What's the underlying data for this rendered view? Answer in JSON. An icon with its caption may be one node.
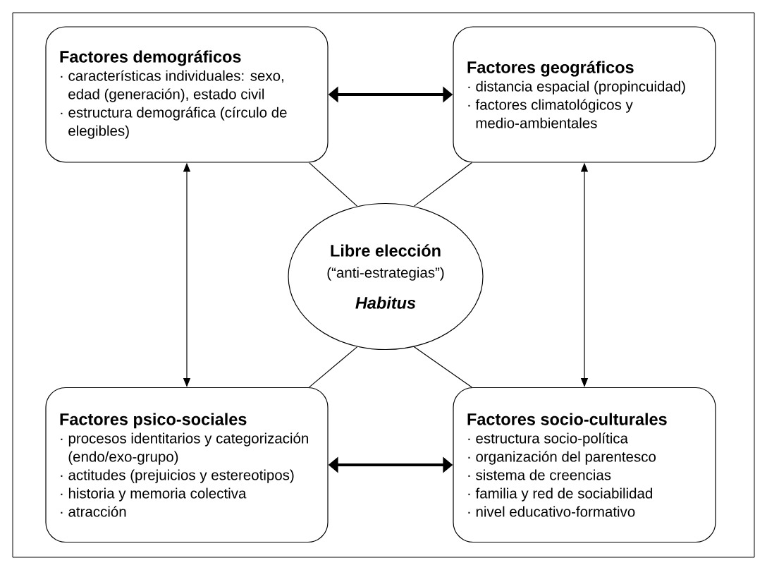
{
  "diagram": {
    "nodes": [
      {
        "text": [
          "Factores demográficos",
          "· características individuales: sexo, edad (generación), estado civil",
          "· estructura demográfica (círculo de elegibles)"
        ]
      },
      {
        "text": [
          "Factores geográficos",
          "· distancia espacial (propincuidad)",
          "· factores climatológicos y medio-ambientales"
        ]
      },
      {
        "text": [
          "Libre elección",
          "(“anti-estrategias”)",
          "Habitus"
        ]
      },
      {
        "text": [
          "Factores psico-sociales",
          "· procesos identitarios y categorización (endo/exo-grupo)",
          "· actitudes (prejuicios y estereotipos)",
          "· historia y memoria colectiva",
          "· atracción"
        ]
      },
      {
        "text": [
          "Factores socio-culturales",
          "· estructura socio-política",
          "· organización del parentesco",
          "· sistema de creencias",
          "· familia y red de sociabilidad",
          "· nivel educativo-formativo"
        ]
      }
    ],
    "edges": [
      {
        "from": 0,
        "to": 1,
        "arrow": "both",
        "style": "thick"
      },
      {
        "from": 0,
        "to": 3,
        "arrow": "both"
      },
      {
        "from": 1,
        "to": 4,
        "arrow": "both"
      },
      {
        "from": 3,
        "to": 4,
        "arrow": "both",
        "style": "thick"
      },
      {
        "from": 0,
        "to": 2,
        "arrow": "none"
      },
      {
        "from": 1,
        "to": 2,
        "arrow": "none"
      },
      {
        "from": 3,
        "to": 2,
        "arrow": "none"
      },
      {
        "from": 4,
        "to": 2,
        "arrow": "none"
      }
    ]
  }
}
